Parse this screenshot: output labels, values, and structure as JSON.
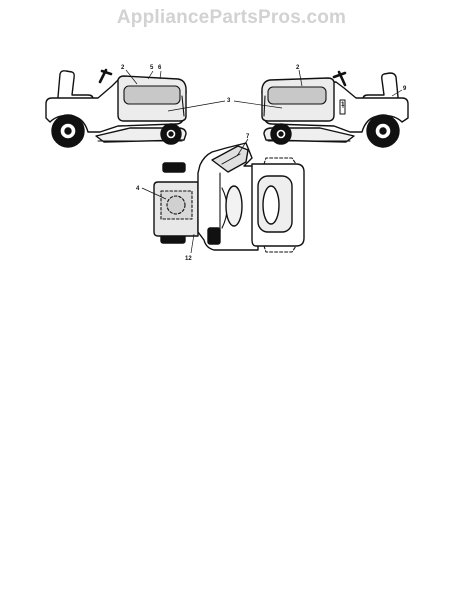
{
  "watermark": "AppliancePartsPros.com",
  "callouts": {
    "left_2": "2",
    "left_5": "5",
    "left_6": "6",
    "center_3": "3",
    "right_2": "2",
    "right_1": "1",
    "right_9": "9",
    "top_7": "7",
    "top_4": "4",
    "top_12": "12"
  },
  "colors": {
    "line": "#111111",
    "hood_fill": "#e6e6e6",
    "decal_fill": "#c4c4c4",
    "tire_fill": "#111111",
    "watermark": "#d2d2d2"
  }
}
